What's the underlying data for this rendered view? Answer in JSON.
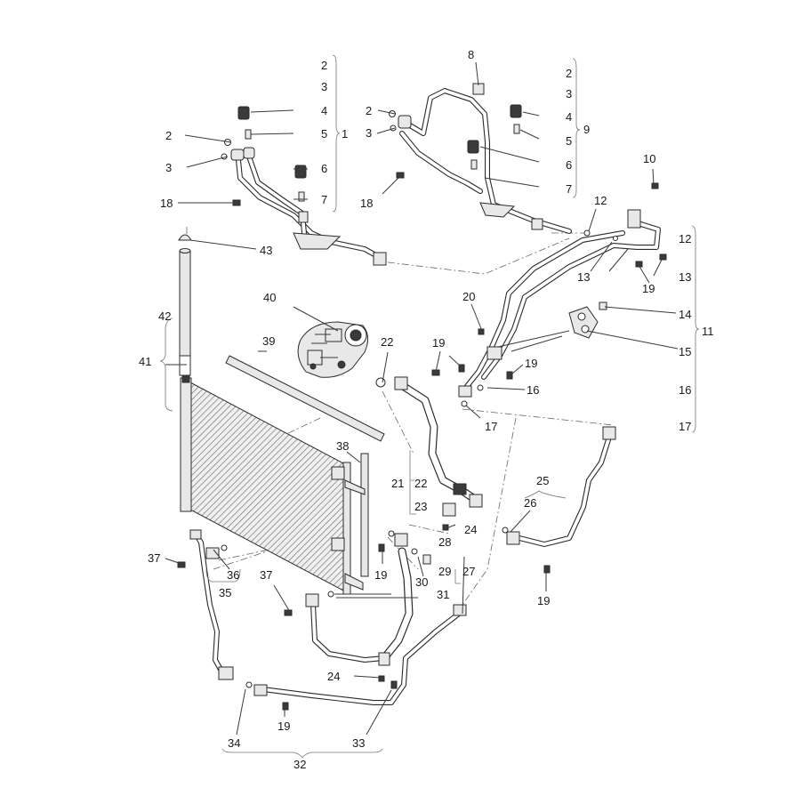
{
  "callouts": {
    "n1": "1",
    "n2": "2",
    "n3": "3",
    "n4": "4",
    "n5": "5",
    "n6": "6",
    "n7": "7",
    "n8": "8",
    "n9": "9",
    "n10": "10",
    "n11": "11",
    "n12": "12",
    "n13": "13",
    "n14": "14",
    "n15": "15",
    "n16": "16",
    "n17": "17",
    "n18": "18",
    "n19": "19",
    "n20": "20",
    "n21": "21",
    "n22": "22",
    "n23": "23",
    "n24": "24",
    "n25": "25",
    "n26": "26",
    "n27": "27",
    "n28": "28",
    "n29": "29",
    "n30": "30",
    "n31": "31",
    "n32": "32",
    "n33": "33",
    "n34": "34",
    "n35": "35",
    "n36": "36",
    "n37": "37",
    "n38": "38",
    "n39": "39",
    "n40": "40",
    "n41": "41",
    "n42": "42",
    "n43": "43"
  }
}
